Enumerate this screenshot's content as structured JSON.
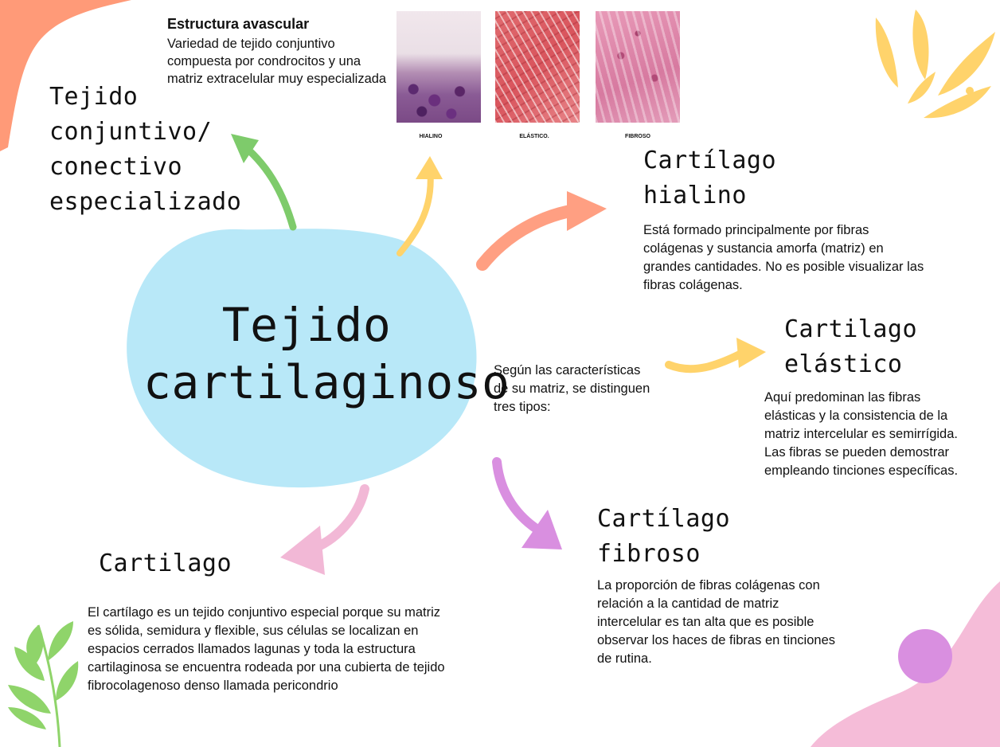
{
  "central_title": "Tejido cartilaginoso",
  "especializado": {
    "heading": "Tejido conjuntivo/ conectivo especializado",
    "subtitle": "Estructura avascular",
    "text": "Variedad de tejido conjuntivo compuesta por condrocitos y una matriz extracelular muy especializada"
  },
  "micrographs": {
    "hialino_label": "HIALINO",
    "elastico_label": "ELÁSTICO.",
    "fibroso_label": "FIBROSO"
  },
  "hialino": {
    "heading": "Cartílago hialino",
    "text": "Está formado principalmente por fibras colágenas y sustancia amorfa (matriz) en grandes cantidades. No es posible visualizar las fibras colágenas."
  },
  "elastico": {
    "heading": "Cartilago elástico",
    "text": "Aquí predominan las fibras elásticas y la consistencia de la matriz intercelular es semirrígida. Las fibras se pueden demostrar empleando tinciones específicas."
  },
  "intro": "Según las características de su matriz, se distinguen tres tipos:",
  "fibroso": {
    "heading": "Cartílago fibroso",
    "text": "La proporción de fibras colágenas con relación a la cantidad de matriz intercelular es tan alta que es posible observar los haces de fibras en tinciones de rutina."
  },
  "cartilago": {
    "heading": "Cartilago",
    "text": "El cartílago es un tejido conjuntivo especial porque su matriz es sólida, semidura y flexible, sus células se localizan en espacios cerrados llamados lagunas y toda la estructura cartilaginosa se encuentra rodeada por una cubierta de tejido fibrocolagenoso denso llamada pericondrio"
  },
  "colors": {
    "blob": "#b8e8f8",
    "green_arrow": "#7ecb6b",
    "yellow_arrow": "#ffd36b",
    "salmon_arrow": "#ff9f82",
    "pink_arrow": "#f2b8d6",
    "purple_arrow": "#d98fe0",
    "corner_salmon": "#ff9a78",
    "corner_pink": "#f5bcd8",
    "dot_purple": "#d98fe0",
    "leaf_green": "#8fd46a"
  }
}
